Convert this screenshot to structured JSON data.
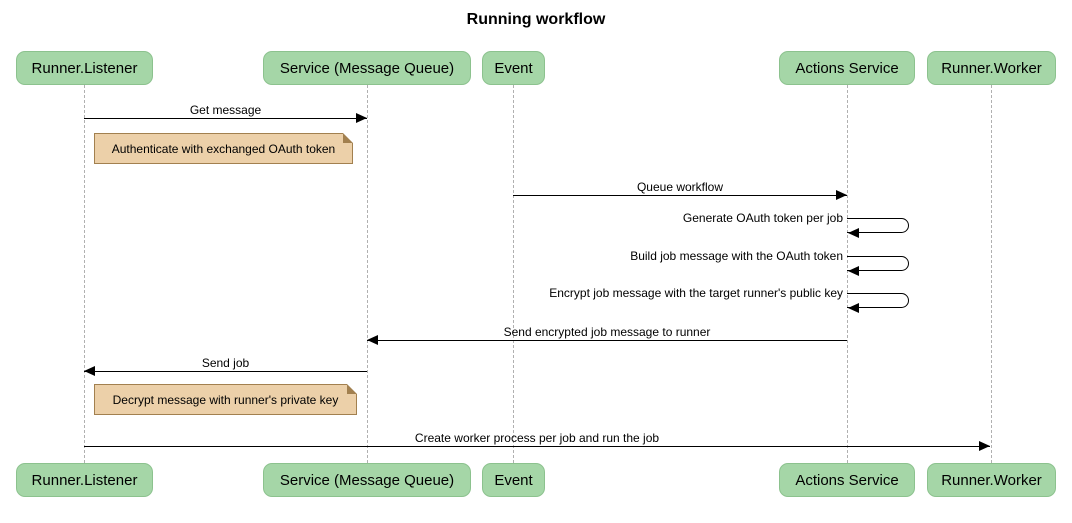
{
  "title": "Running workflow",
  "participants": [
    {
      "label": "Runner.Listener"
    },
    {
      "label": "Service (Message Queue)"
    },
    {
      "label": "Event"
    },
    {
      "label": "Actions Service"
    },
    {
      "label": "Runner.Worker"
    }
  ],
  "messages": [
    {
      "label": "Get message",
      "from": "Runner.Listener",
      "to": "Service (Message Queue)",
      "type": "arrow"
    },
    {
      "label": "Queue workflow",
      "from": "Event",
      "to": "Actions Service",
      "type": "arrow"
    },
    {
      "label": "Generate OAuth token per job",
      "from": "Actions Service",
      "to": "Actions Service",
      "type": "self"
    },
    {
      "label": "Build job message with the OAuth token",
      "from": "Actions Service",
      "to": "Actions Service",
      "type": "self"
    },
    {
      "label": "Encrypt job message with the target runner's public key",
      "from": "Actions Service",
      "to": "Actions Service",
      "type": "self"
    },
    {
      "label": "Send encrypted job message to runner",
      "from": "Actions Service",
      "to": "Service (Message Queue)",
      "type": "arrow"
    },
    {
      "label": "Send job",
      "from": "Service (Message Queue)",
      "to": "Runner.Listener",
      "type": "arrow"
    },
    {
      "label": "Create worker process per job and run the job",
      "from": "Runner.Listener",
      "to": "Runner.Worker",
      "type": "arrow"
    }
  ],
  "notes": [
    {
      "label": "Authenticate with exchanged OAuth token",
      "over": "Runner.Listener"
    },
    {
      "label": "Decrypt message with runner's private key",
      "over": "Runner.Listener"
    }
  ],
  "colors": {
    "actor_fill": "#a5d6a7",
    "actor_border": "#8cc28e",
    "note_fill": "#ecd0a9",
    "note_border": "#a2804f",
    "lifeline": "#b0b0b0",
    "message_line": "#000000",
    "text": "#000000",
    "background": "#ffffff"
  }
}
